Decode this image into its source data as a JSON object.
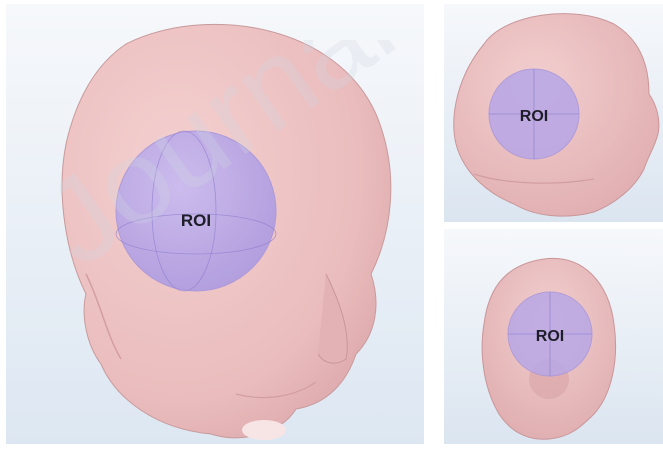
{
  "panels": [
    {
      "view": "oblique",
      "label": "ROI"
    },
    {
      "view": "side",
      "label": "ROI"
    },
    {
      "view": "back",
      "label": "ROI"
    }
  ],
  "watermark": "Journal",
  "colors": {
    "background_top": "#f4f7fb",
    "background_bottom": "#dce6f1",
    "head_skin": "#ecbfc0",
    "head_shadow": "#d9a6a9",
    "roi_sphere": "#b9a8e6",
    "roi_edge": "#8e7fd0",
    "label": "#1e1e28"
  }
}
